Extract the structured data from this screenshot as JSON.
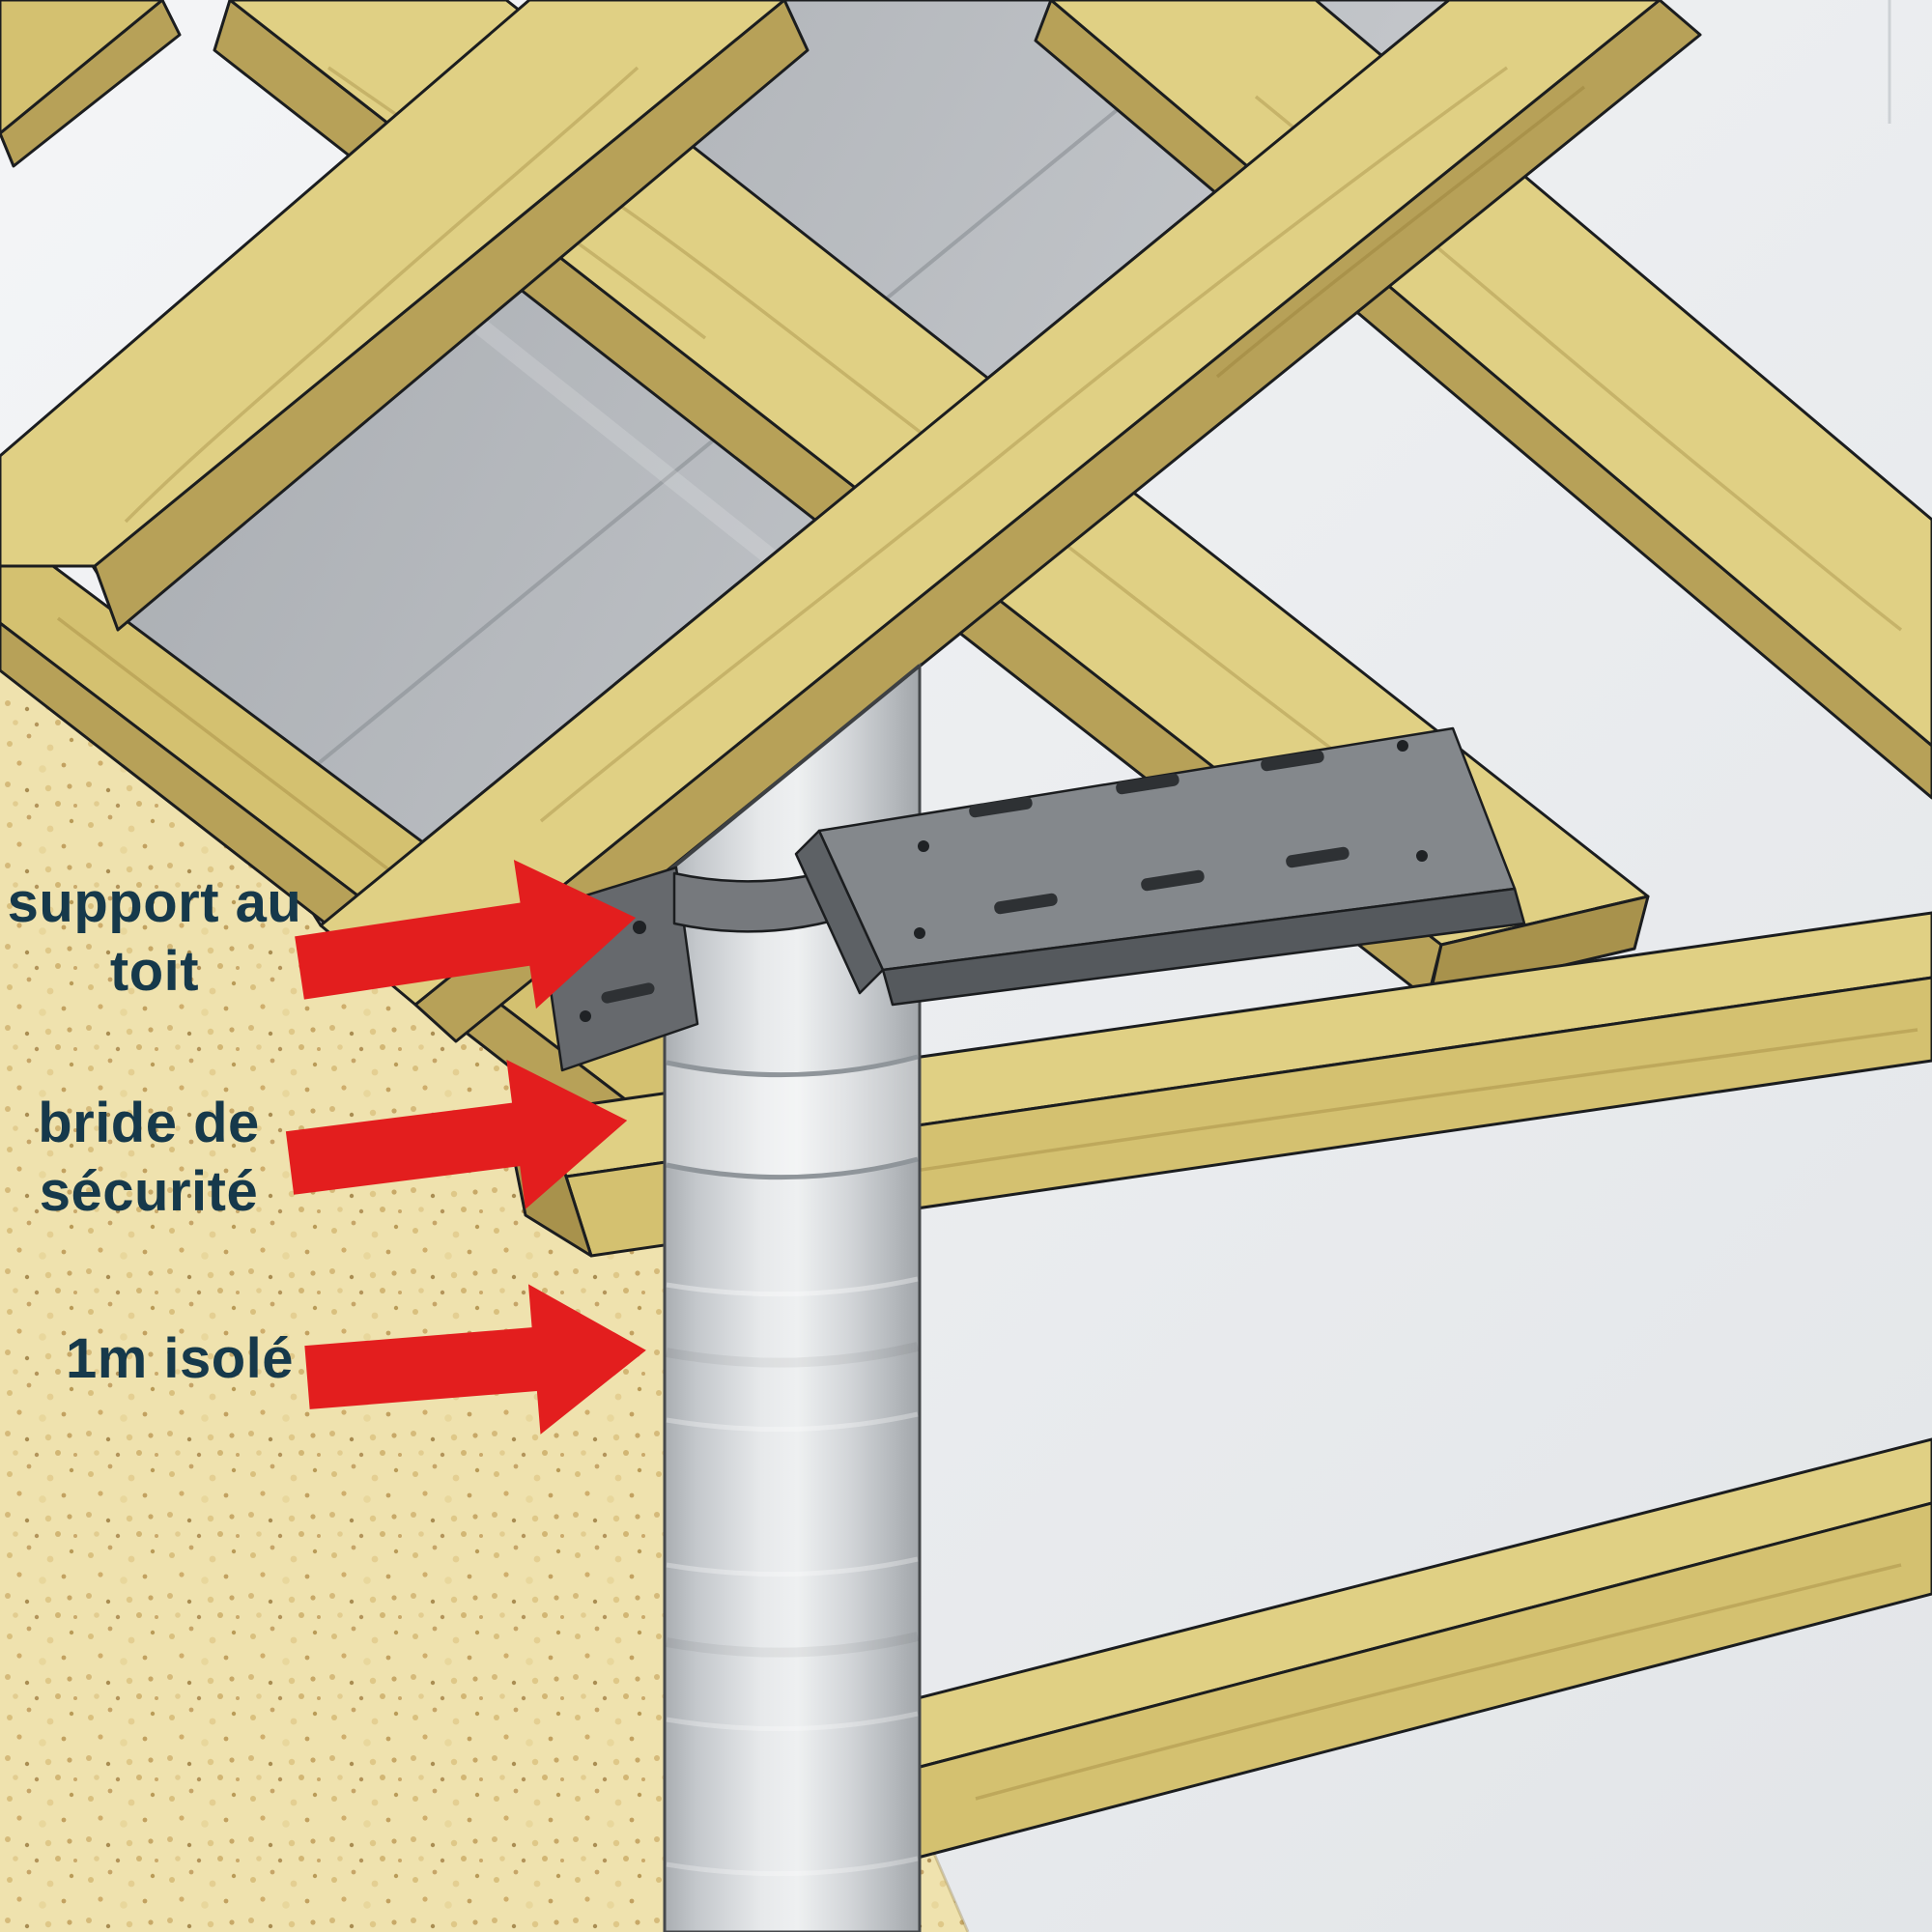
{
  "annotations": [
    {
      "id": "support-au-toit",
      "label": "support au\ntoit",
      "arrow_icon": "red-arrow-right"
    },
    {
      "id": "bride-de-securite",
      "label": "bride de\nsécurité",
      "arrow_icon": "red-arrow-right"
    },
    {
      "id": "1m-isole",
      "label": "1m isolé",
      "arrow_icon": "red-arrow-right"
    }
  ],
  "colors": {
    "label_teal": "#16394b",
    "arrow_red": "#e31e1e",
    "wood_top": "#e0d084",
    "wood_mid": "#d4c170",
    "wood_side": "#b7a158",
    "wood_dark": "#a8924c",
    "outline": "#1b1d1f",
    "panel_light": "#c6c9cd",
    "panel_dark": "#a7abb0",
    "sand": "#efe2ae",
    "pipe_light": "#edeff0",
    "pipe_dark": "#aaaeb2",
    "metal": "#84888c",
    "metal_dark": "#55595d",
    "background": "#eceef0"
  }
}
